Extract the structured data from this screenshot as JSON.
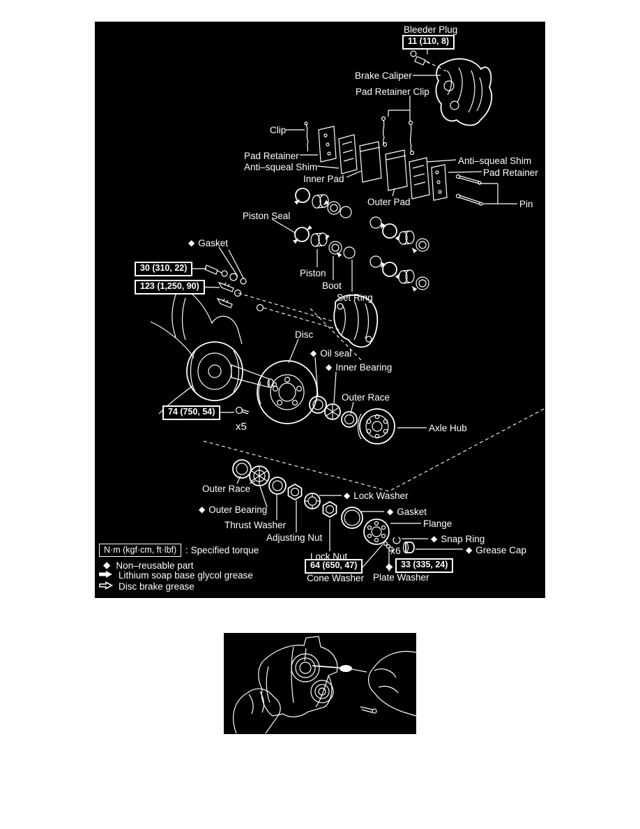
{
  "symbols": {
    "non_reusable": "◆"
  },
  "parts": {
    "bleeder_plug": "Bleeder Plug",
    "brake_caliper": "Brake Caliper",
    "pad_retainer_clip": "Pad Retainer Clip",
    "clip": "Clip",
    "pad_retainer_left": "Pad Retainer",
    "anti_squeal_shim_left": "Anti–squeal Shim",
    "inner_pad": "Inner Pad",
    "outer_pad": "Outer Pad",
    "anti_squeal_shim_right": "Anti–squeal Shim",
    "pad_retainer_right": "Pad Retainer",
    "pin": "Pin",
    "piston_seal": "Piston Seal",
    "gasket_upper": "Gasket",
    "piston": "Piston",
    "boot": "Boot",
    "set_ring": "Set Ring",
    "disc": "Disc",
    "oil_seal": "Oil seal",
    "inner_bearing": "Inner Bearing",
    "outer_race_upper": "Outer Race",
    "axle_hub": "Axle Hub",
    "outer_race_lower": "Outer Race",
    "outer_bearing": "Outer Bearing",
    "thrust_washer": "Thrust Washer",
    "adjusting_nut": "Adjusting Nut",
    "lock_washer": "Lock Washer",
    "gasket_lower": "Gasket",
    "flange": "Flange",
    "snap_ring": "Snap Ring",
    "grease_cap": "Grease Cap",
    "lock_nut": "Lock Nut",
    "cone_washer": "Cone Washer",
    "plate_washer": "Plate Washer"
  },
  "torques": {
    "bleeder_plug": "11 (110, 8)",
    "union_bolt": "30 (310, 22)",
    "caliper_mount_bolt": "123 (1,250, 90)",
    "hub_bolt": "74 (750, 54)",
    "lock_nut": "64 (650, 47)",
    "flange_nut": "33 (335, 24)"
  },
  "counts": {
    "hub_bolts": "x5",
    "flange_studs": "x6"
  },
  "legend": {
    "unit_box": "N·m (kgf·cm, ft·lbf)",
    "unit_desc": ": Specified torque",
    "non_reusable": "Non–reusable part",
    "lithium_grease": "Lithium soap base glycol grease",
    "disc_grease": "Disc brake grease"
  }
}
